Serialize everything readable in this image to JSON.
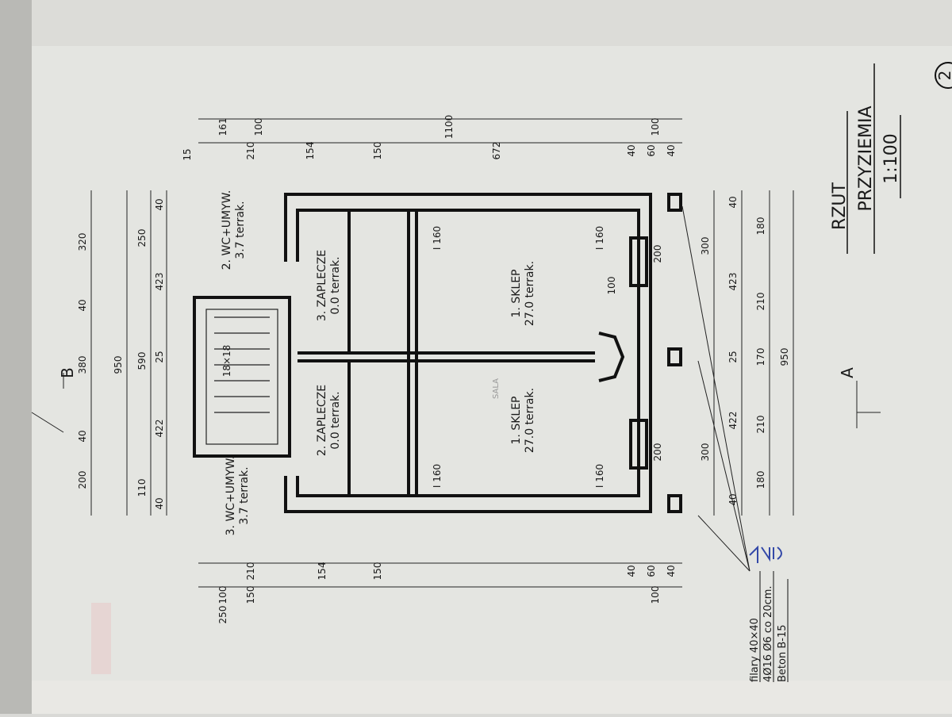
{
  "drawing": {
    "title_line1": "RZUT",
    "title_line2": "PRZYZIEMIA",
    "scale": "1:100",
    "sheet_number": "2",
    "section_a": "A",
    "section_b": "B",
    "faint_label": "SALA"
  },
  "rooms": [
    {
      "name": "1. SKLEP",
      "area_finish": "27.0 terrak."
    },
    {
      "name": "1. SKLEP",
      "area_finish": "27.0 terrak."
    },
    {
      "name": "3. ZAPLECZE",
      "area_finish": "0.0 terrak."
    },
    {
      "name": "2. ZAPLECZE",
      "area_finish": "0.0 terrak."
    },
    {
      "name": "2. WC+UMYW.",
      "area_finish": "3.7 terrak."
    },
    {
      "name": "3. WC+UMYW.",
      "area_finish": "3.7 terrak."
    }
  ],
  "note": {
    "line1": "filary 40×40",
    "line2": "4Ø16 Ø6 co 20cm.",
    "line3": "Beton B-15"
  },
  "dimensions": [
    "200",
    "40",
    "380",
    "40",
    "320",
    "950",
    "110",
    "590",
    "250",
    "40",
    "422",
    "25",
    "423",
    "40",
    "300",
    "300",
    "40",
    "423",
    "25",
    "422",
    "40",
    "180",
    "210",
    "170",
    "210",
    "180",
    "950",
    "1100",
    "672",
    "154",
    "150",
    "210",
    "100",
    "161",
    "15",
    "40",
    "60",
    "40",
    "100",
    "210",
    "154",
    "150",
    "40",
    "60",
    "40",
    "100",
    "150",
    "100",
    "250",
    "I 160",
    "I 160",
    "I 160",
    "I 160",
    "200",
    "200",
    "100",
    "18×18"
  ]
}
